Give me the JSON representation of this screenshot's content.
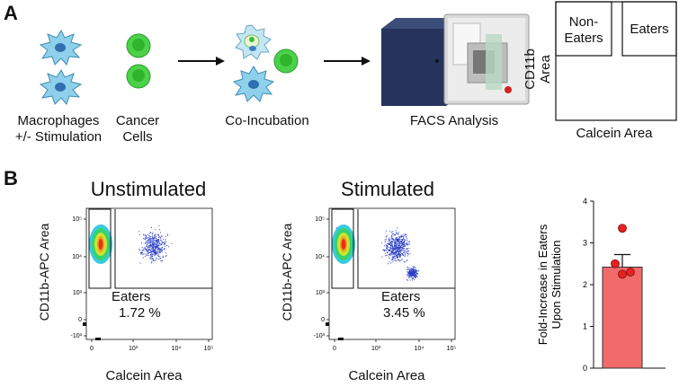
{
  "panelA": {
    "letter": "A",
    "steps": [
      {
        "label_line1": "Macrophages",
        "label_line2": "+/- Stimulation"
      },
      {
        "label_line1": "Cancer",
        "label_line2": "Cells"
      },
      {
        "label_line1": "Co-Incubation",
        "label_line2": ""
      },
      {
        "label_line1": "FACS Analysis",
        "label_line2": ""
      }
    ],
    "gate_schematic": {
      "ylabel": "CD11b Area",
      "xlabel": "Calcein Area",
      "gate_left_line1": "Non-",
      "gate_left_line2": "Eaters",
      "gate_right": "Eaters"
    }
  },
  "panelB": {
    "letter": "B",
    "plots": [
      {
        "title": "Unstimulated",
        "ylabel": "CD11b-APC Area",
        "xlabel": "Calcein Area",
        "gate_label": "Eaters",
        "gate_percent": "1.72 %",
        "yticks": [
          "10⁵",
          "10⁴",
          "10³",
          "0",
          "-10³"
        ],
        "xticks": [
          "0",
          "10³",
          "10⁴",
          "10⁵"
        ]
      },
      {
        "title": "Stimulated",
        "ylabel": "CD11b-APC Area",
        "xlabel": "Calcein Area",
        "gate_label": "Eaters",
        "gate_percent": "3.45 %",
        "yticks": [
          "10⁵",
          "10⁴",
          "10³",
          "0",
          "-10³"
        ],
        "xticks": [
          "0",
          "10³",
          "10⁴",
          "10⁵"
        ]
      }
    ]
  },
  "chart_data": {
    "type": "bar",
    "categories": [
      ""
    ],
    "values": [
      2.42
    ],
    "error": 0.3,
    "points": [
      3.35,
      2.5,
      2.25,
      2.3
    ],
    "ylabel_line1": "Fold-Increase in Eaters",
    "ylabel_line2": "Upon Stimulation",
    "ylim": [
      0,
      4
    ],
    "yticks": [
      "0",
      "1",
      "2",
      "3",
      "4"
    ],
    "bar_color": "#f26b6b",
    "point_color": "#e8201f"
  }
}
